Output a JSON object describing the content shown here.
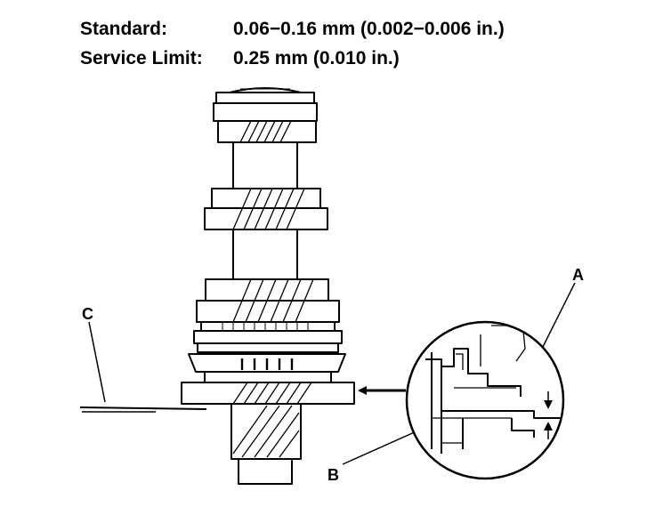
{
  "specs": {
    "standard": {
      "label": "Standard:",
      "value": "0.06−0.16 mm (0.002−0.006 in.)"
    },
    "service_limit": {
      "label": "Service Limit:",
      "value": "0.25 mm (0.010 in.)"
    }
  },
  "callouts": {
    "a": "A",
    "b": "B",
    "c": "C"
  }
}
